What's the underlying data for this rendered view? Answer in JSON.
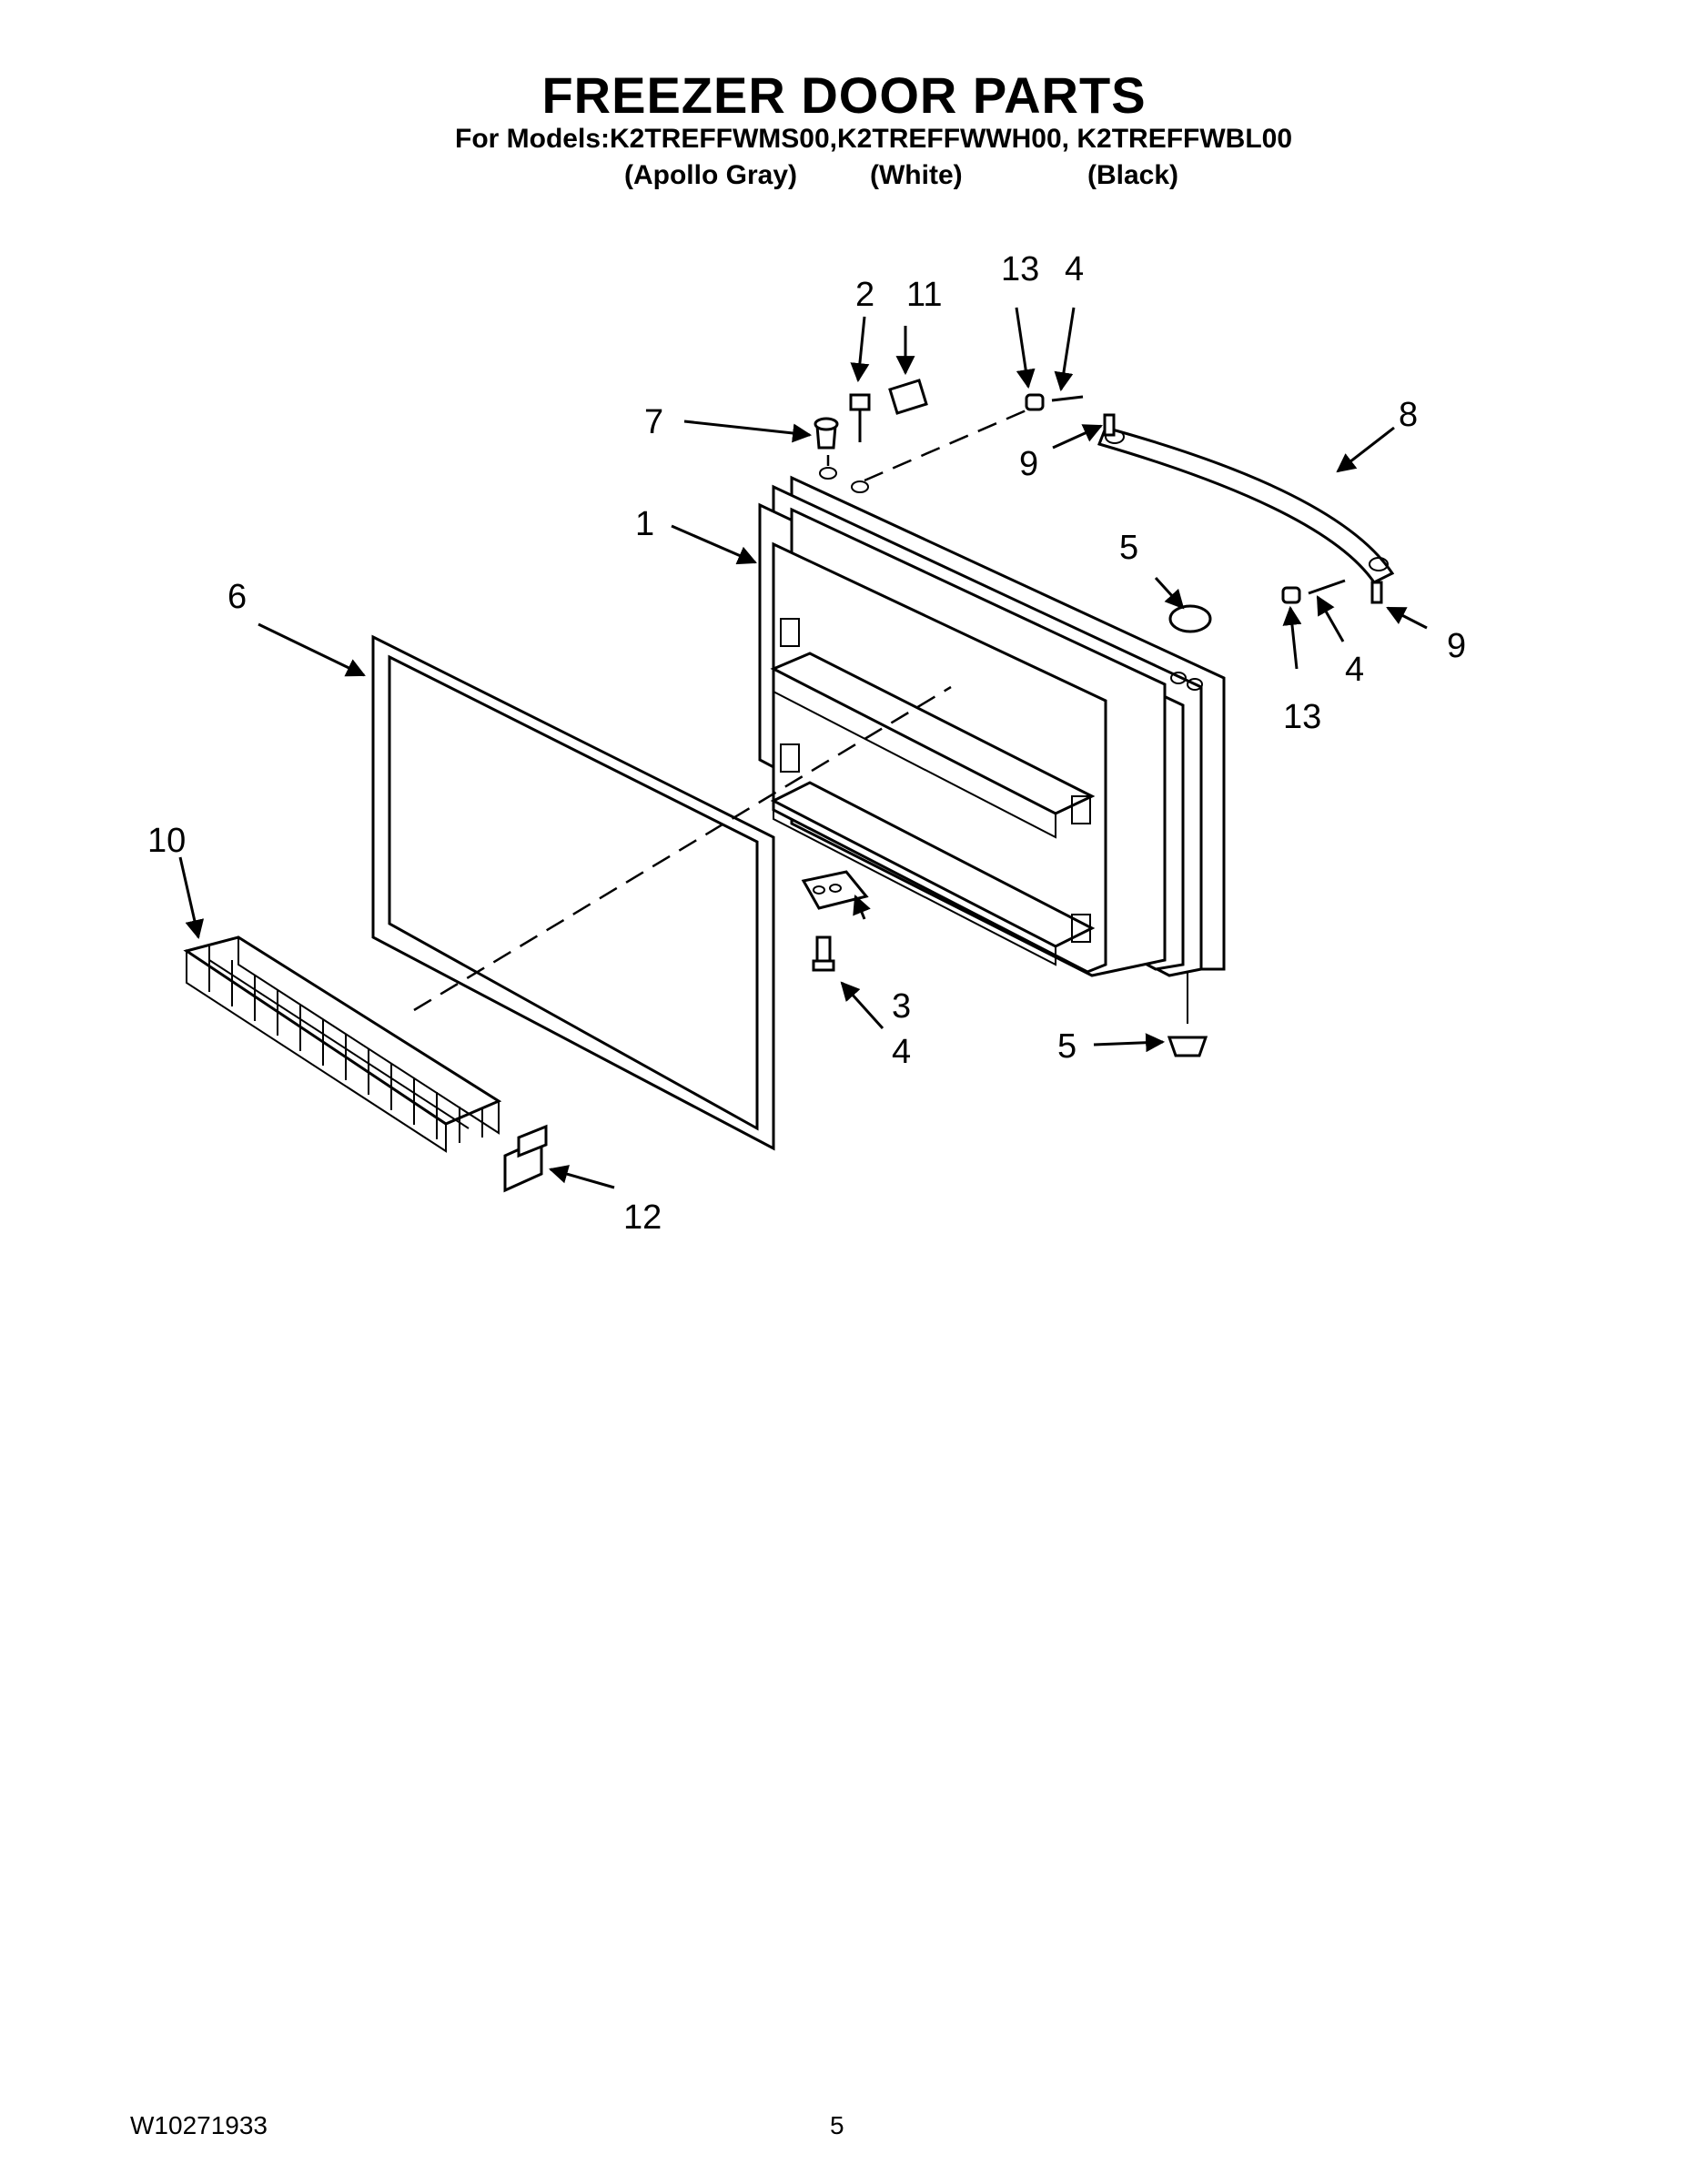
{
  "header": {
    "title": "FREEZER DOOR PARTS",
    "models_line": "For Models:K2TREFFWMS00,K2TREFFWWH00, K2TREFFWBL00",
    "colors": [
      "(Apollo Gray)",
      "(White)",
      "(Black)"
    ]
  },
  "callouts": {
    "door": "1",
    "screw_top": "2",
    "hinge_bottom": "3",
    "screw_hinge": "4",
    "handle_screw_top": "4",
    "handle_screw_right": "4",
    "cap_top": "5",
    "cap_bottom": "5",
    "gasket": "6",
    "plug": "7",
    "handle": "8",
    "setscrew_top": "9",
    "setscrew_right": "9",
    "basket": "10",
    "label": "11",
    "clip": "12",
    "spacer_top": "13",
    "spacer_right": "13"
  },
  "footer": {
    "doc_number": "W10271933",
    "page_number": "5"
  }
}
